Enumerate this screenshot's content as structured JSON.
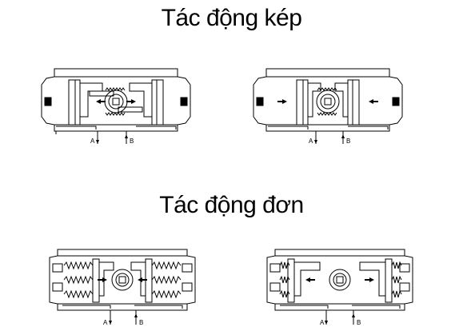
{
  "titles": {
    "double_acting": "Tác động kép",
    "single_acting": "Tác động đơn"
  },
  "ports": {
    "a": "A",
    "b": "B"
  },
  "diagrams": [
    {
      "id": "double-left",
      "type": "double",
      "piston_direction": "outward"
    },
    {
      "id": "double-right",
      "type": "double",
      "piston_direction": "inward"
    },
    {
      "id": "single-left",
      "type": "single",
      "piston_direction": "inward"
    },
    {
      "id": "single-right",
      "type": "single",
      "piston_direction": "outward"
    }
  ],
  "colors": {
    "line": "#000000",
    "background": "#ffffff"
  }
}
